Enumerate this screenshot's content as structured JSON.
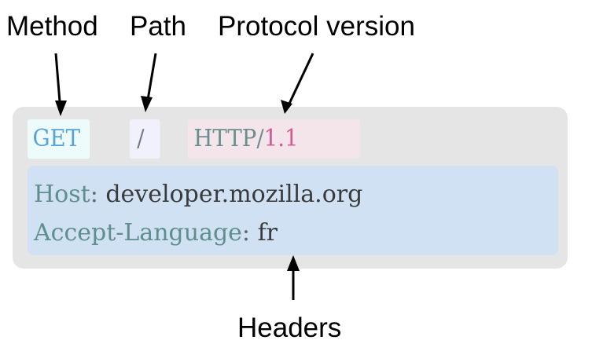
{
  "labels": {
    "method": "Method",
    "path": "Path",
    "protocol_version": "Protocol version",
    "headers": "Headers"
  },
  "request_line": {
    "method": "GET",
    "path": "/",
    "protocol_name": "HTTP/",
    "protocol_number": "1.1"
  },
  "headers": [
    {
      "name": "Host",
      "separator": ":",
      "value": "developer.mozilla.org"
    },
    {
      "name": "Accept-Language",
      "separator": ":",
      "value": "fr"
    }
  ],
  "colors": {
    "outer_box": "#e5e5e5",
    "method_bg": "#edfbfb",
    "method_text": "#55a3d8",
    "path_bg": "#f1f1fb",
    "protocol_bg": "#f4e5ea",
    "protocol_version_text": "#d45a93",
    "headers_bg": "#cfe1f2",
    "header_name_text": "#5f8f8c"
  }
}
